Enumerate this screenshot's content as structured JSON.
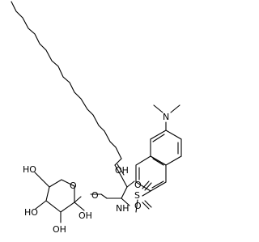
{
  "molecule": {
    "labels": {
      "OH_allylic": "OH",
      "NH": "NH",
      "S": "S",
      "O_sulfonyl_1": "O",
      "O_sulfonyl_2": "O",
      "N_dimethyl": "N",
      "O_glycosidic": "O",
      "O_ring": "O",
      "HO_c6": "HO",
      "HO_c4": "HO",
      "OH_c3": "OH",
      "OH_c2": "OH"
    }
  }
}
